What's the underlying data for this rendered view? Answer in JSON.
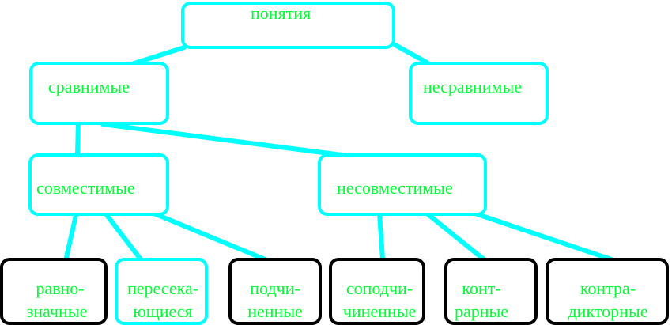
{
  "diagram": {
    "colors": {
      "border_cyan": "#00ffff",
      "border_black": "#000000",
      "text": "#00ff33",
      "background": "#ffffff"
    },
    "root": {
      "label": "понятия"
    },
    "level1": {
      "comparable": {
        "label": "сравнимые"
      },
      "incomparable": {
        "label": "несравнимые"
      }
    },
    "level2": {
      "compatible": {
        "label": "совместимые"
      },
      "incompatible": {
        "label": "несовместимые"
      }
    },
    "leaves": {
      "equivalent": {
        "line1": "равно-",
        "line2": "значные"
      },
      "intersecting": {
        "line1": "пересека-",
        "line2": "ющиеся"
      },
      "subordinate": {
        "line1": "подчи-",
        "line2": "ненные"
      },
      "coordinate": {
        "line1": "соподчи-",
        "line2": "чиненные"
      },
      "contrary": {
        "line1": "конт-",
        "line2": "рарные"
      },
      "contradictory": {
        "line1": "контра-",
        "line2": "дикторные"
      }
    }
  }
}
